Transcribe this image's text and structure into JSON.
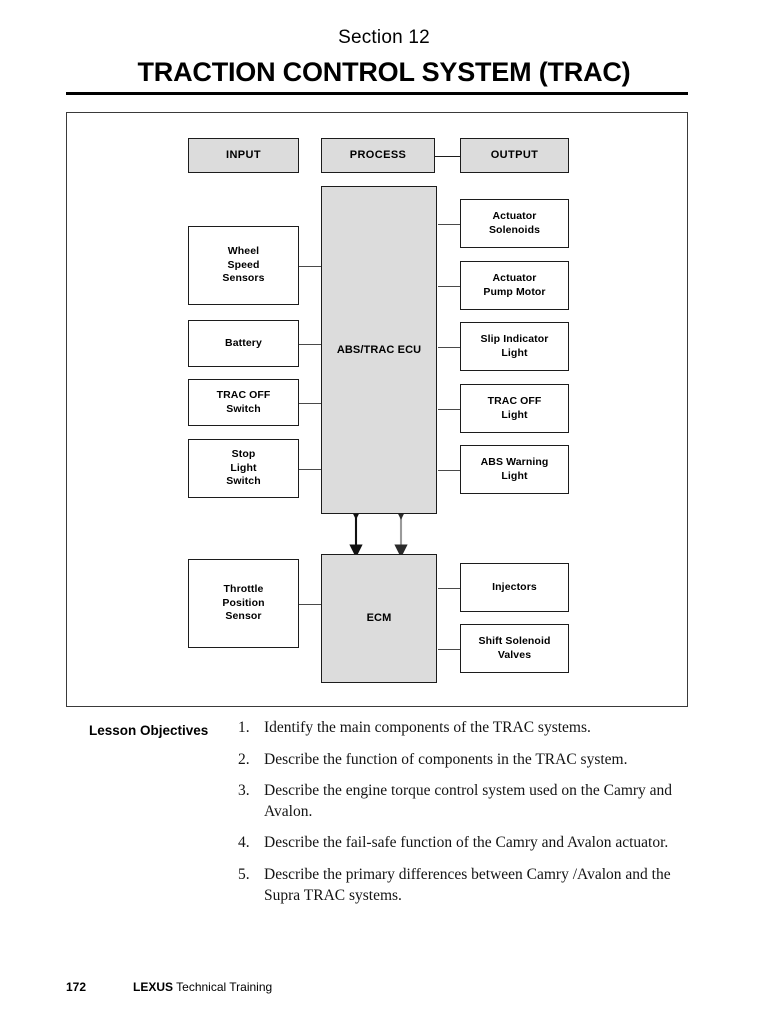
{
  "header": {
    "section": "Section 12",
    "title": "TRACTION CONTROL SYSTEM (TRAC)"
  },
  "diagram": {
    "column_headers": [
      {
        "label": "INPUT"
      },
      {
        "label": "PROCESS"
      },
      {
        "label": "OUTPUT"
      }
    ],
    "inputs": [
      {
        "label": "Wheel\nSpeed\nSensors"
      },
      {
        "label": "Battery"
      },
      {
        "label": "TRAC OFF\nSwitch"
      },
      {
        "label": "Stop\nLight\nSwitch"
      },
      {
        "label": "Throttle\nPosition\nSensor"
      }
    ],
    "processors": [
      {
        "label": "ABS/TRAC ECU"
      },
      {
        "label": "ECM"
      }
    ],
    "outputs": [
      {
        "label": "Actuator\nSolenoids"
      },
      {
        "label": "Actuator\nPump Motor"
      },
      {
        "label": "Slip Indicator\nLight"
      },
      {
        "label": "TRAC OFF\nLight"
      },
      {
        "label": "ABS Warning\nLight"
      },
      {
        "label": "Injectors"
      },
      {
        "label": "Shift Solenoid\nValves"
      }
    ],
    "colors": {
      "fill_gray": "#dcdcdc",
      "border": "#1c1c1c",
      "connector": "#4a4a4a"
    }
  },
  "objectives": {
    "heading": "Lesson Objectives",
    "items": [
      {
        "num": "1.",
        "text": "Identify the main components of the TRAC systems."
      },
      {
        "num": "2.",
        "text": "Describe the function of components in the TRAC system."
      },
      {
        "num": "3.",
        "text": "Describe the engine torque control system used on the Camry and Avalon."
      },
      {
        "num": "4.",
        "text": "Describe the fail-safe function of the Camry and Avalon actuator."
      },
      {
        "num": "5.",
        "text": "Describe the primary differences between Camry /Avalon and the Supra TRAC systems."
      }
    ]
  },
  "footer": {
    "page_number": "172",
    "brand": "LEXUS",
    "brand_suffix": "Technical Training"
  }
}
